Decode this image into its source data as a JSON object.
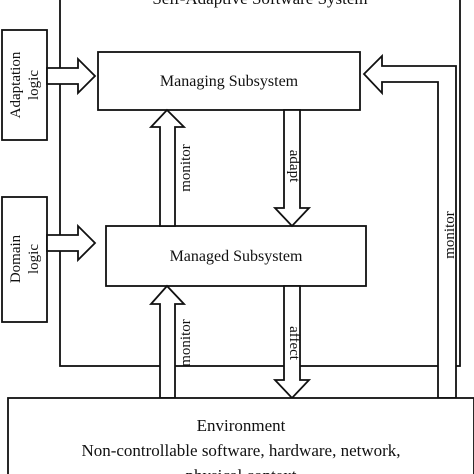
{
  "system_title": "Self-Adaptive Software System",
  "side_labels": {
    "adaptation_logic": [
      "Adaptation",
      "logic"
    ],
    "domain_logic": [
      "Domain",
      "logic"
    ]
  },
  "boxes": {
    "managing": "Managing Subsystem",
    "managed": "Managed Subsystem",
    "environment_title": "Environment",
    "environment_line2": "Non-controllable software, hardware, network,",
    "environment_line3": "physical context"
  },
  "arrow_labels": {
    "monitor_upper": "monitor",
    "adapt": "adapt",
    "monitor_lower": "monitor",
    "affect": "affect",
    "monitor_right": "monitor"
  },
  "colors": {
    "stroke": "#111111",
    "fill": "#ffffff"
  }
}
